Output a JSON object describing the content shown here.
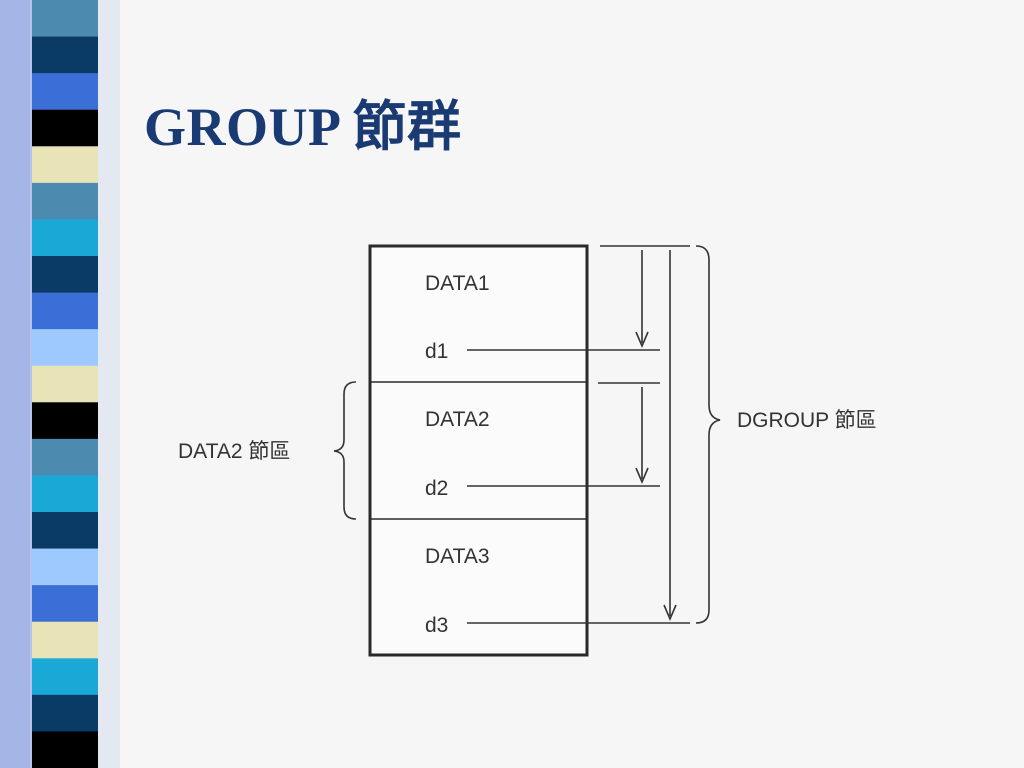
{
  "slide": {
    "title": "GROUP 節群"
  },
  "decoration": {
    "stripe_colors": [
      "#4d8ab0",
      "#0a3a66",
      "#3b6ed6",
      "#000000",
      "#e8e4b8",
      "#4d8ab0",
      "#1aa8d6",
      "#0a3a66",
      "#3b6ed6",
      "#9ec9ff",
      "#e8e4b8",
      "#000000",
      "#4d8ab0",
      "#1aa8d6",
      "#0a3a66",
      "#9ec9ff",
      "#3b6ed6",
      "#e8e4b8",
      "#1aa8d6",
      "#0a3a66",
      "#000000"
    ]
  },
  "diagram": {
    "segments": [
      {
        "name": "DATA1",
        "end_label": "d1"
      },
      {
        "name": "DATA2",
        "end_label": "d2"
      },
      {
        "name": "DATA3",
        "end_label": "d3"
      }
    ],
    "left_brace_label": "DATA2 節區",
    "right_brace_label": "DGROUP 節區"
  }
}
